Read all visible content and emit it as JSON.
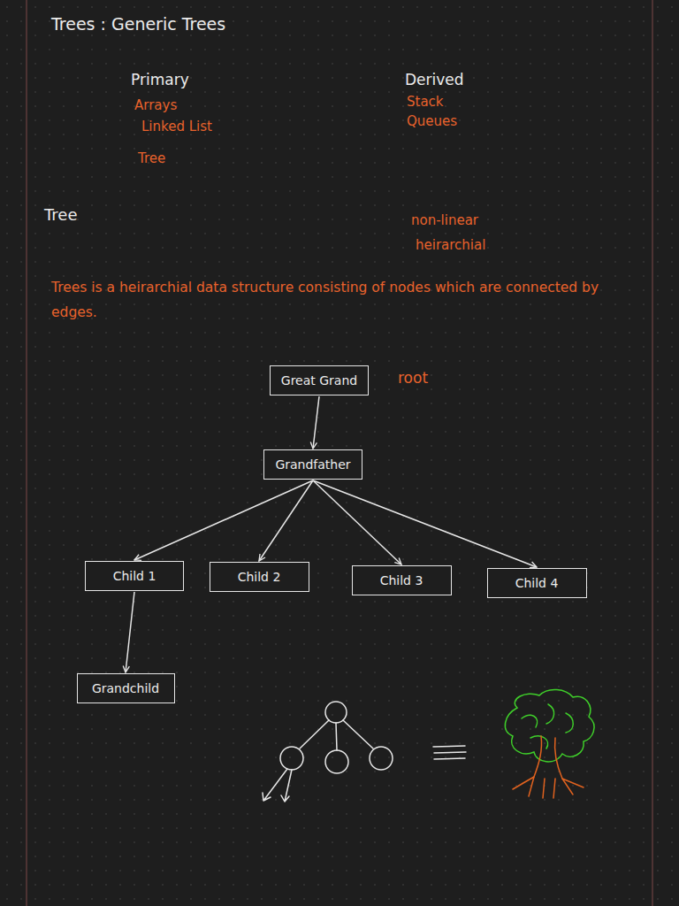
{
  "diagram": {
    "title": "Trees : Generic Trees",
    "nodes": [
      {
        "text": [
          "Great Grand"
        ]
      },
      {
        "text": [
          "Grandfather"
        ]
      },
      {
        "text": [
          "Child 1"
        ]
      },
      {
        "text": [
          "Child 2"
        ]
      },
      {
        "text": [
          "Child 3"
        ]
      },
      {
        "text": [
          "Child 4"
        ]
      },
      {
        "text": [
          "Grandchild"
        ]
      }
    ],
    "edges": [
      {
        "from": 0,
        "to": 1,
        "arrow": "to"
      },
      {
        "from": 1,
        "to": 2,
        "arrow": "to"
      },
      {
        "from": 1,
        "to": 3,
        "arrow": "to"
      },
      {
        "from": 1,
        "to": 4,
        "arrow": "to"
      },
      {
        "from": 1,
        "to": 5,
        "arrow": "to"
      },
      {
        "from": 2,
        "to": 6,
        "arrow": "to"
      }
    ],
    "labels": [
      "Primary",
      "Arrays",
      "Linked List",
      "Tree",
      "Derived",
      "Stack",
      "Queues",
      "Tree",
      "non-linear",
      "heirarchial",
      "Trees is a heirarchial data structure consisting of nodes which are connected by edges.",
      "root"
    ]
  }
}
